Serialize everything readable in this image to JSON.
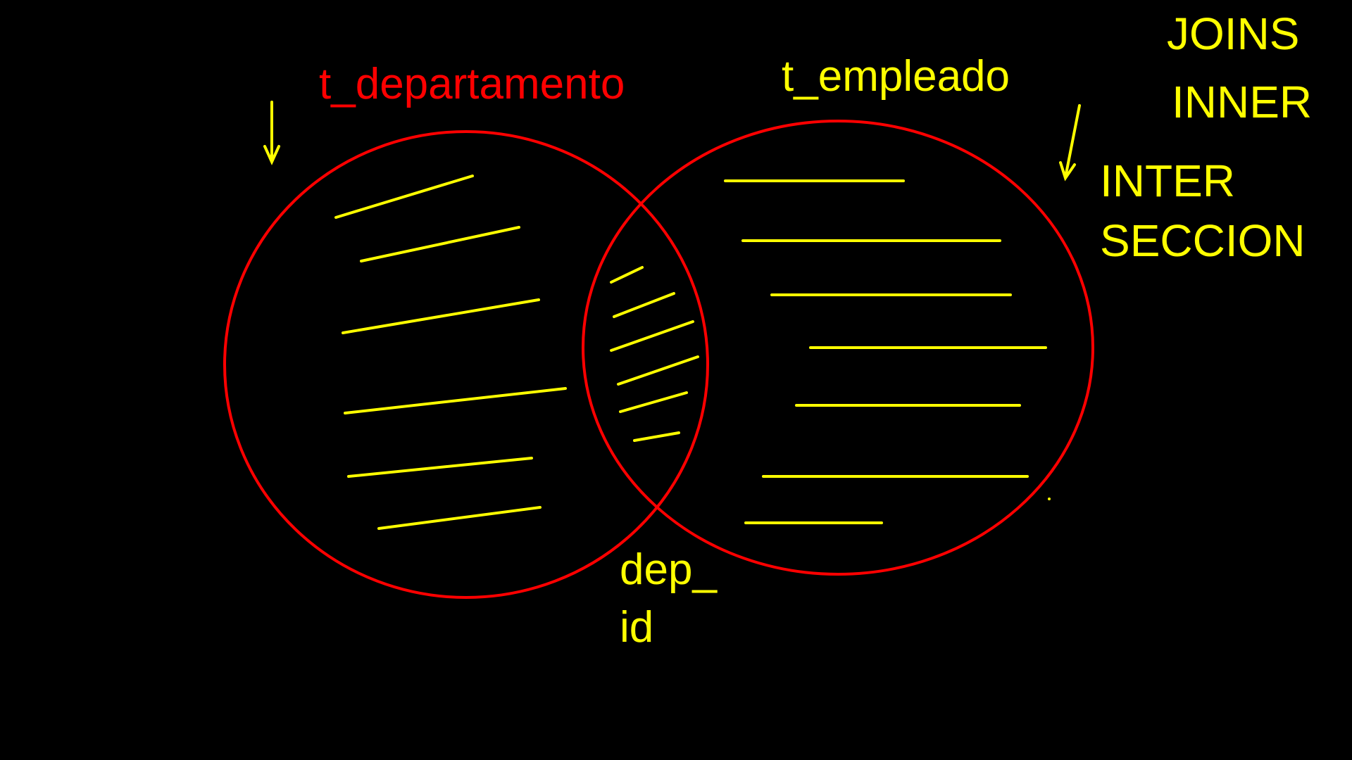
{
  "colors": {
    "background": "#000000",
    "set_outline": "#ff0000",
    "annotation": "#ffff00"
  },
  "sets": {
    "left": {
      "name": "t_departamento",
      "color": "#ff0000"
    },
    "right": {
      "name": "t_empleado",
      "color": "#ffff00"
    }
  },
  "intersection": {
    "key_line1": "dep_",
    "key_line2": "id"
  },
  "notes": {
    "line1": "JOINS",
    "line2": "INNER",
    "line3": "INTER",
    "line4": "SECCION"
  },
  "icons": {
    "left_arrow": "arrow-down-icon",
    "right_arrow": "arrow-down-icon"
  }
}
